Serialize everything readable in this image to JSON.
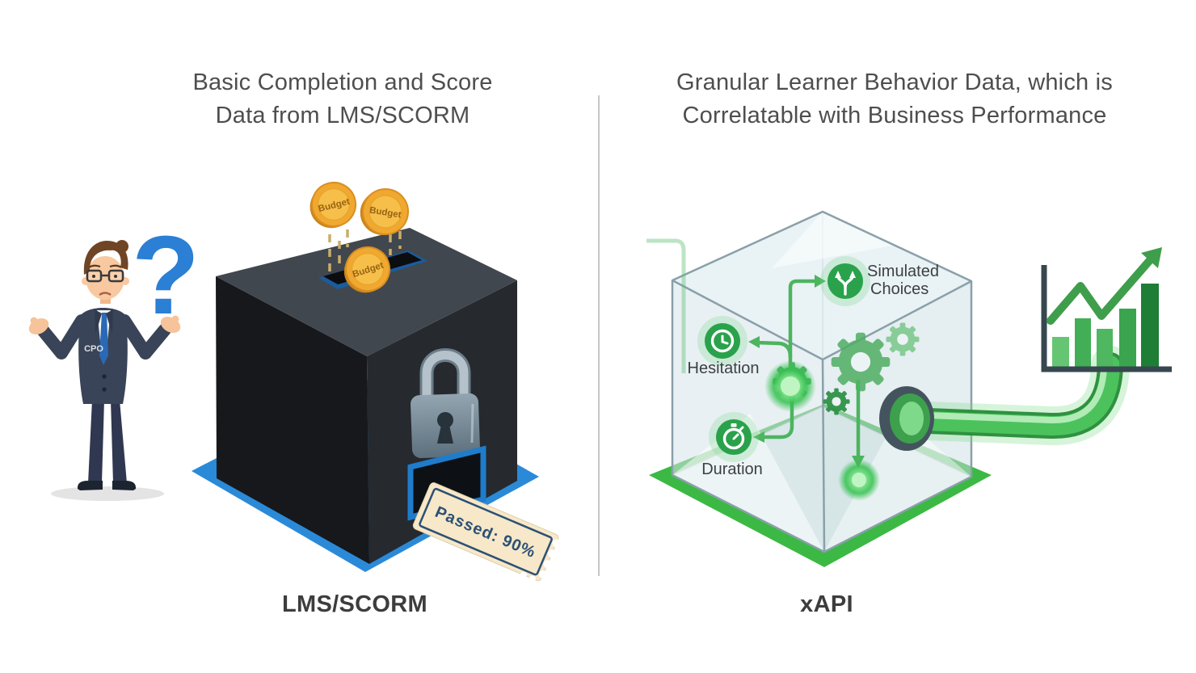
{
  "left_panel": {
    "title_lines": [
      "Basic Completion and Score",
      "Data from LMS/SCORM"
    ],
    "caption": "LMS/SCORM",
    "illustration": {
      "question_mark": "?",
      "person_badge": "CPO",
      "coin_label": "Budget",
      "ticket_label": "Passed: 90%"
    }
  },
  "right_panel": {
    "title_lines": [
      "Granular Learner Behavior Data, which is",
      "Correlatable with Business Performance"
    ],
    "caption": "xAPI",
    "illustration": {
      "label_simulated_line1": "Simulated",
      "label_simulated_line2": "Choices",
      "label_hesitation": "Hesitation",
      "label_duration": "Duration"
    },
    "growth_chart": {
      "type": "bar",
      "bars": [
        {
          "height": 38,
          "color": "#66c573"
        },
        {
          "height": 61,
          "color": "#42ae55"
        },
        {
          "height": 48,
          "color": "#4eb75f"
        },
        {
          "height": 73,
          "color": "#3aa44e"
        },
        {
          "height": 104,
          "color": "#1e7e35"
        }
      ]
    }
  },
  "colors": {
    "title_text": "#4e4e4e",
    "caption_text": "#3d3d3d",
    "divider": "#c6c6c6",
    "accent_blue": "#2b8ad8",
    "question_blue": "#2b7fd4",
    "box_dark": "#16181b",
    "coin_gold": "#f0a830",
    "ticket_cream": "#f6e8c8",
    "ticket_navy": "#2d5075",
    "accent_green": "#3cb944",
    "icon_green": "#2aa24b",
    "pipe_green": "#4cc25c",
    "chart_axis": "#37474f"
  }
}
